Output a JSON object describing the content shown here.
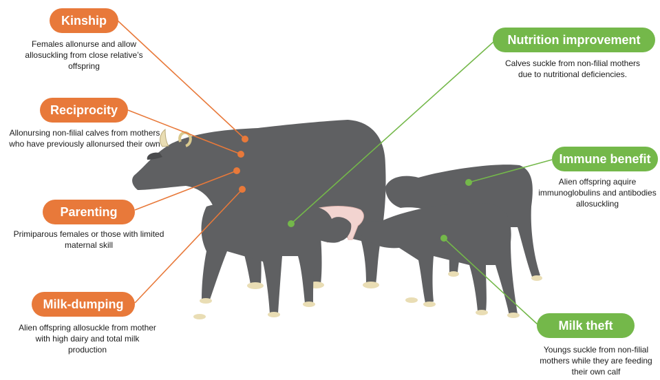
{
  "colors": {
    "orange": "#E8793A",
    "green": "#74B84A",
    "animal": "#5F6062",
    "udder": "#F2D4D0",
    "hoof": "#E9DDB4"
  },
  "left_labels": [
    {
      "title": "Kinship",
      "desc": "Females allonurse and allow allosuckling from close relative’s offspring"
    },
    {
      "title": "Reciprocity",
      "desc": "Allonursing non-filial calves from mothers who have previously allonursed their own"
    },
    {
      "title": "Parenting",
      "desc": "Primiparous females or those with limited maternal skill"
    },
    {
      "title": "Milk-dumping",
      "desc": "Alien offspring allosuckle from mother with high dairy and total milk production"
    }
  ],
  "right_labels": [
    {
      "title": "Nutrition improvement",
      "desc": "Calves suckle from non-filial mothers due to nutritional deficiencies."
    },
    {
      "title": "Immune benefit",
      "desc": "Alien offspring aquire immunoglobulins and antibodies allosuckling"
    },
    {
      "title": "Milk theft",
      "desc": "Youngs suckle from non-filial mothers while they are feeding their own calf"
    }
  ]
}
